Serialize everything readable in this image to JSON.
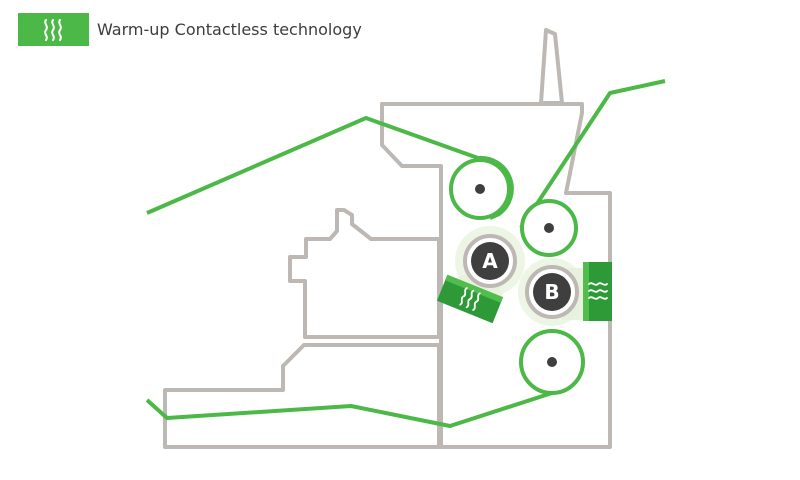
{
  "legend": {
    "label": "Warm-up Contactless technology",
    "icon": "heat-waves-icon"
  },
  "rollers": {
    "a_label": "A",
    "b_label": "B"
  },
  "colors": {
    "green": "#4cb847",
    "heater_dark": "#2e9a37",
    "heater_light": "#51bd4c",
    "frame": "#bdb8b3",
    "roller_dark": "#3f3f3f",
    "glow": "#e7f1dc",
    "legend_text": "#3c3c3c"
  }
}
